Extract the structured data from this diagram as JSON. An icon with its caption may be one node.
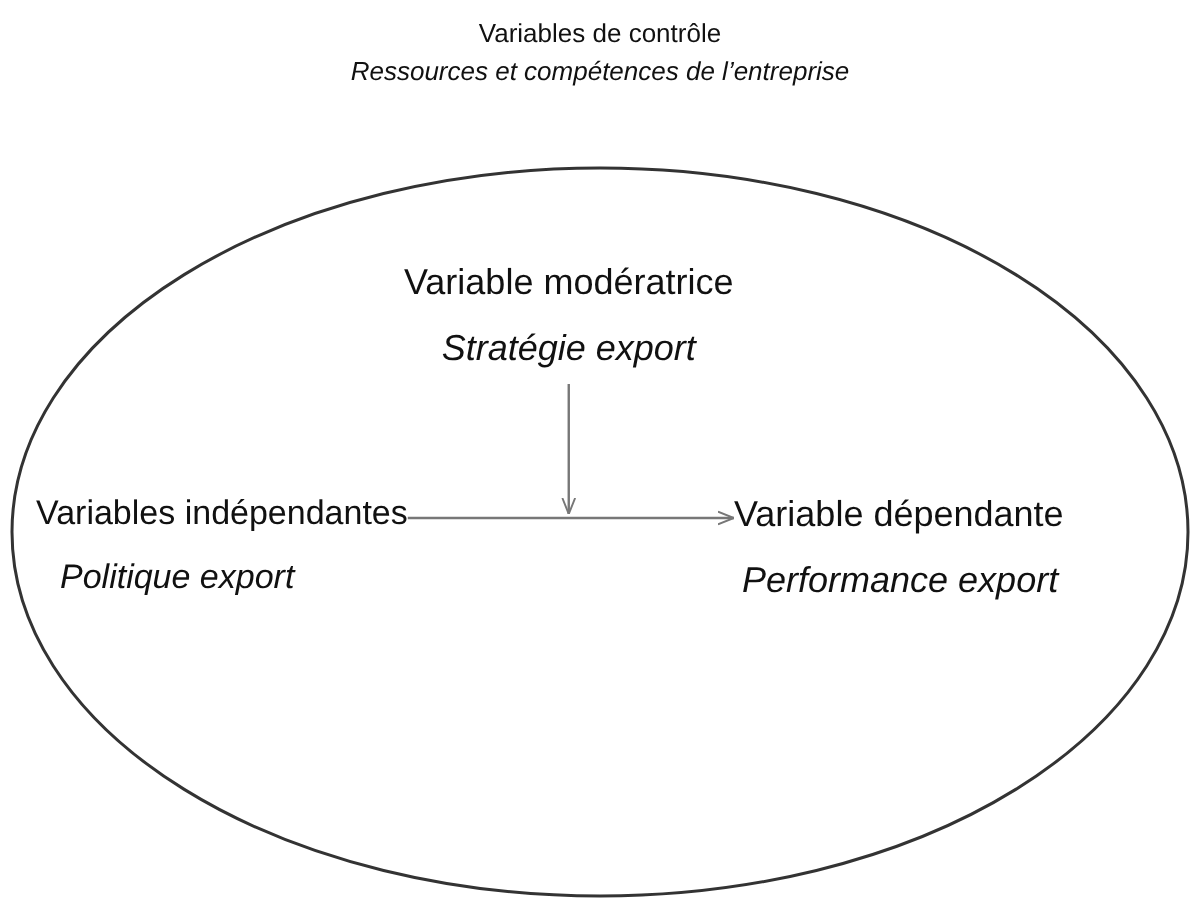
{
  "diagram": {
    "nodes": [
      {
        "text": [
          "Variables de contrôle",
          "Ressources et compétences de l’entreprise"
        ]
      },
      {
        "text": [
          "Variable modératrice",
          "Stratégie export"
        ],
        "in": 0
      },
      {
        "text": [
          "Variables indépendantes",
          "Politique export"
        ],
        "in": 0
      },
      {
        "text": [
          "Variable dépendante",
          "Performance export"
        ],
        "in": 0
      }
    ],
    "edges": [
      {
        "from": 2,
        "to": 3,
        "arrow": "to"
      },
      {
        "from": 1,
        "to": null,
        "arrow": "to"
      }
    ]
  }
}
